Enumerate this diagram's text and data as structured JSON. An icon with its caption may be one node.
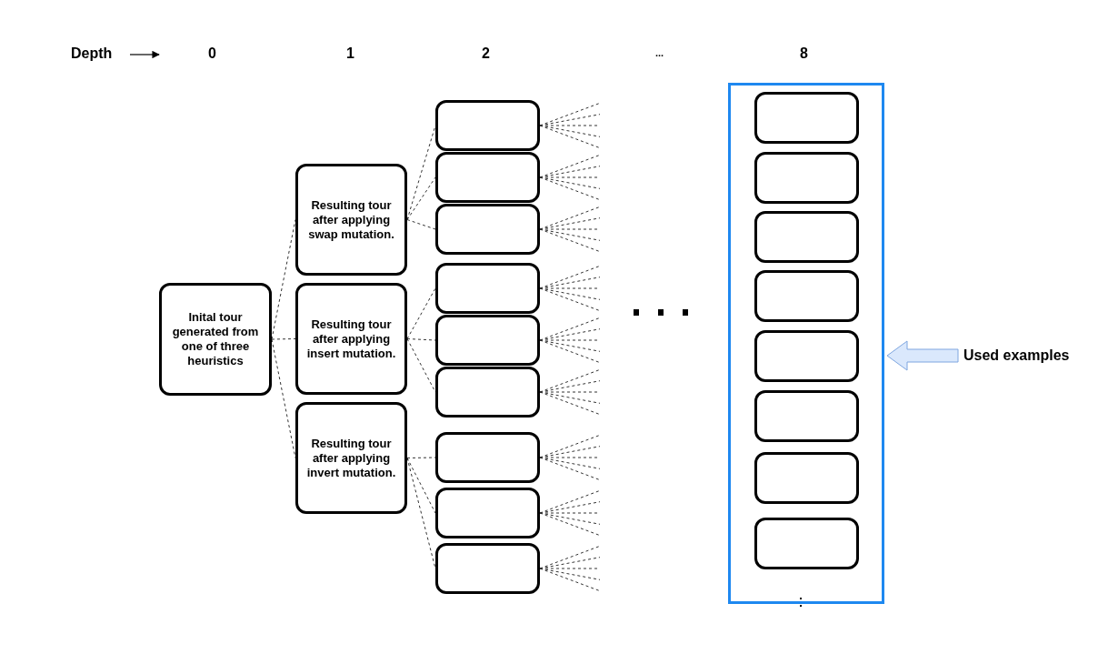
{
  "diagram": {
    "nodes": [
      {
        "text": [
          "Inital tour generated from one of three heuristics"
        ]
      },
      {
        "text": [
          "Resulting tour after applying swap mutation."
        ]
      },
      {
        "text": [
          "Resulting tour after applying insert mutation."
        ]
      },
      {
        "text": [
          "Resulting tour after applying invert mutation."
        ]
      },
      {
        "text": [],
        "shape": "box"
      },
      {
        "text": [],
        "shape": "box"
      },
      {
        "text": [],
        "shape": "box"
      },
      {
        "text": [],
        "shape": "box"
      },
      {
        "text": [],
        "shape": "box"
      },
      {
        "text": [],
        "shape": "box"
      },
      {
        "text": [],
        "shape": "box"
      },
      {
        "text": [],
        "shape": "box"
      },
      {
        "text": [],
        "shape": "box"
      },
      {
        "text": [],
        "shape": "box"
      },
      {
        "text": [],
        "shape": "box",
        "in": 13
      },
      {
        "text": [],
        "shape": "box",
        "in": 13
      },
      {
        "text": [],
        "shape": "box",
        "in": 13
      },
      {
        "text": [],
        "shape": "box",
        "in": 13
      },
      {
        "text": [],
        "shape": "box",
        "in": 13
      },
      {
        "text": [],
        "shape": "box",
        "in": 13
      },
      {
        "text": [],
        "shape": "box",
        "in": 13
      },
      {
        "text": [],
        "shape": "box",
        "in": 13
      },
      {
        "text": [
          "Used examples"
        ]
      }
    ],
    "edges": [
      {
        "from": 0,
        "to": 1,
        "arrow": "none",
        "style": "dashed"
      },
      {
        "from": 0,
        "to": 2,
        "arrow": "none",
        "style": "dashed"
      },
      {
        "from": 0,
        "to": 3,
        "arrow": "none",
        "style": "dashed"
      },
      {
        "from": 1,
        "to": 4,
        "arrow": "none",
        "style": "dashed"
      },
      {
        "from": 1,
        "to": 5,
        "arrow": "none",
        "style": "dashed"
      },
      {
        "from": 1,
        "to": 6,
        "arrow": "none",
        "style": "dashed"
      },
      {
        "from": 2,
        "to": 7,
        "arrow": "none",
        "style": "dashed"
      },
      {
        "from": 2,
        "to": 8,
        "arrow": "none",
        "style": "dashed"
      },
      {
        "from": 2,
        "to": 9,
        "arrow": "none",
        "style": "dashed"
      },
      {
        "from": 3,
        "to": 10,
        "arrow": "none",
        "style": "dashed"
      },
      {
        "from": 3,
        "to": 11,
        "arrow": "none",
        "style": "dashed"
      },
      {
        "from": 3,
        "to": 12,
        "arrow": "none",
        "style": "dashed"
      },
      {
        "from": 4,
        "to": null,
        "arrow": "none",
        "style": "dashed"
      },
      {
        "from": 4,
        "to": null,
        "arrow": "none",
        "style": "dashed"
      },
      {
        "from": 4,
        "to": null,
        "arrow": "none",
        "style": "dashed"
      },
      {
        "from": 4,
        "to": null,
        "arrow": "none",
        "style": "dashed"
      },
      {
        "from": 4,
        "to": null,
        "arrow": "none",
        "style": "dashed"
      },
      {
        "from": 5,
        "to": null,
        "arrow": "none",
        "style": "dashed"
      },
      {
        "from": 5,
        "to": null,
        "arrow": "none",
        "style": "dashed"
      },
      {
        "from": 5,
        "to": null,
        "arrow": "none",
        "style": "dashed"
      },
      {
        "from": 5,
        "to": null,
        "arrow": "none",
        "style": "dashed"
      },
      {
        "from": 5,
        "to": null,
        "arrow": "none",
        "style": "dashed"
      },
      {
        "from": 6,
        "to": null,
        "arrow": "none",
        "style": "dashed"
      },
      {
        "from": 6,
        "to": null,
        "arrow": "none",
        "style": "dashed"
      },
      {
        "from": 6,
        "to": null,
        "arrow": "none",
        "style": "dashed"
      },
      {
        "from": 6,
        "to": null,
        "arrow": "none",
        "style": "dashed"
      },
      {
        "from": 6,
        "to": null,
        "arrow": "none",
        "style": "dashed"
      },
      {
        "from": 7,
        "to": null,
        "arrow": "none",
        "style": "dashed"
      },
      {
        "from": 7,
        "to": null,
        "arrow": "none",
        "style": "dashed"
      },
      {
        "from": 7,
        "to": null,
        "arrow": "none",
        "style": "dashed"
      },
      {
        "from": 7,
        "to": null,
        "arrow": "none",
        "style": "dashed"
      },
      {
        "from": 7,
        "to": null,
        "arrow": "none",
        "style": "dashed"
      },
      {
        "from": 8,
        "to": null,
        "arrow": "none",
        "style": "dashed"
      },
      {
        "from": 8,
        "to": null,
        "arrow": "none",
        "style": "dashed"
      },
      {
        "from": 8,
        "to": null,
        "arrow": "none",
        "style": "dashed"
      },
      {
        "from": 8,
        "to": null,
        "arrow": "none",
        "style": "dashed"
      },
      {
        "from": 8,
        "to": null,
        "arrow": "none",
        "style": "dashed"
      },
      {
        "from": 9,
        "to": null,
        "arrow": "none",
        "style": "dashed"
      },
      {
        "from": 9,
        "to": null,
        "arrow": "none",
        "style": "dashed"
      },
      {
        "from": 9,
        "to": null,
        "arrow": "none",
        "style": "dashed"
      },
      {
        "from": 9,
        "to": null,
        "arrow": "none",
        "style": "dashed"
      },
      {
        "from": 9,
        "to": null,
        "arrow": "none",
        "style": "dashed"
      },
      {
        "from": 10,
        "to": null,
        "arrow": "none",
        "style": "dashed"
      },
      {
        "from": 10,
        "to": null,
        "arrow": "none",
        "style": "dashed"
      },
      {
        "from": 10,
        "to": null,
        "arrow": "none",
        "style": "dashed"
      },
      {
        "from": 10,
        "to": null,
        "arrow": "none",
        "style": "dashed"
      },
      {
        "from": 10,
        "to": null,
        "arrow": "none",
        "style": "dashed"
      },
      {
        "from": 11,
        "to": null,
        "arrow": "none",
        "style": "dashed"
      },
      {
        "from": 11,
        "to": null,
        "arrow": "none",
        "style": "dashed"
      },
      {
        "from": 11,
        "to": null,
        "arrow": "none",
        "style": "dashed"
      },
      {
        "from": 11,
        "to": null,
        "arrow": "none",
        "style": "dashed"
      },
      {
        "from": 11,
        "to": null,
        "arrow": "none",
        "style": "dashed"
      },
      {
        "from": 12,
        "to": null,
        "arrow": "none",
        "style": "dashed"
      },
      {
        "from": 12,
        "to": null,
        "arrow": "none",
        "style": "dashed"
      },
      {
        "from": 12,
        "to": null,
        "arrow": "none",
        "style": "dashed"
      },
      {
        "from": 12,
        "to": null,
        "arrow": "none",
        "style": "dashed"
      },
      {
        "from": 12,
        "to": null,
        "arrow": "none",
        "style": "dashed"
      },
      {
        "from": 22,
        "to": 13,
        "arrow": "to",
        "style": "thick",
        "color": "#dae8fc"
      }
    ],
    "labels": [
      "Depth",
      "0",
      "1",
      "2",
      "...",
      "8"
    ]
  }
}
